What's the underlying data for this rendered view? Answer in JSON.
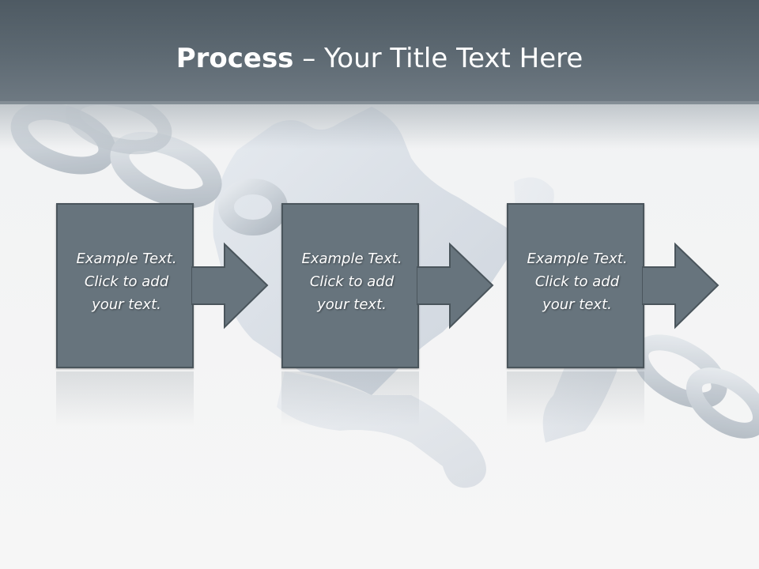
{
  "title": {
    "bold": "Process",
    "rest": " – Your Title Text Here"
  },
  "steps": [
    {
      "line1": "Example Text.",
      "line2": "Click  to add",
      "line3": "your text."
    },
    {
      "line1": "Example Text.",
      "line2": "Click  to add",
      "line3": "your text."
    },
    {
      "line1": "Example Text.",
      "line2": "Click  to add",
      "line3": "your text."
    }
  ],
  "colors": {
    "header": "#5e6a73",
    "box_fill": "#67747d",
    "box_border": "#4a555c",
    "text": "#ffffff"
  },
  "icons": {
    "background": "chain-and-puzzle-illustration",
    "arrow": "right-arrow"
  }
}
